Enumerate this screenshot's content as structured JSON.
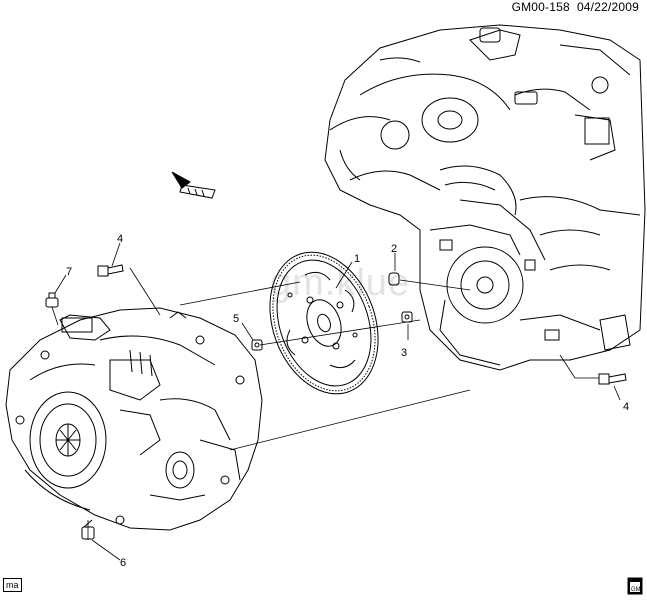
{
  "header": {
    "code": "GM00-158",
    "date": "04/22/2009"
  },
  "watermark": "gm.klue",
  "footer": {
    "tag": "ma",
    "logo_text": "GM"
  },
  "callouts": [
    "1",
    "2",
    "3",
    "4",
    "4",
    "5",
    "6",
    "7"
  ],
  "colors": {
    "ink": "#000000",
    "paper": "#ffffff",
    "watermark": "#e3e3e3"
  }
}
